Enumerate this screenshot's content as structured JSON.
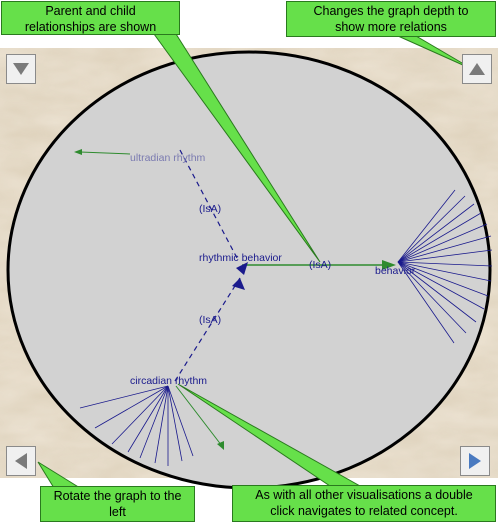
{
  "callouts": {
    "parent_child": [
      "Parent and child",
      "relationships are shown"
    ],
    "graph_depth": [
      "Changes the graph depth to",
      "show more relations"
    ],
    "rotate_left": [
      "Rotate the graph to the",
      "left"
    ],
    "double_click": [
      "As with all other visualisations a double",
      "click navigates to related concept."
    ]
  },
  "graph": {
    "nodes": {
      "ultradian": "ultradian rhythm",
      "rhythmic": "rhythmic behavior",
      "behavior": "behavior",
      "circadian": "circadian rhythm"
    },
    "edge_labels": {
      "isa_upper": "(IsA)",
      "isa_right": "(IsA)",
      "isa_lower": "(IsA)"
    }
  },
  "controls": {
    "depth_down": "triangle-down-icon",
    "depth_up": "triangle-up-icon",
    "rotate_left": "triangle-left-icon",
    "rotate_right": "triangle-right-icon"
  },
  "colors": {
    "callout_fill": "#66e04a",
    "graph_blue": "#1a1a8c",
    "graph_green": "#2e8b2e",
    "canvas_gray": "#d2d2d2"
  }
}
